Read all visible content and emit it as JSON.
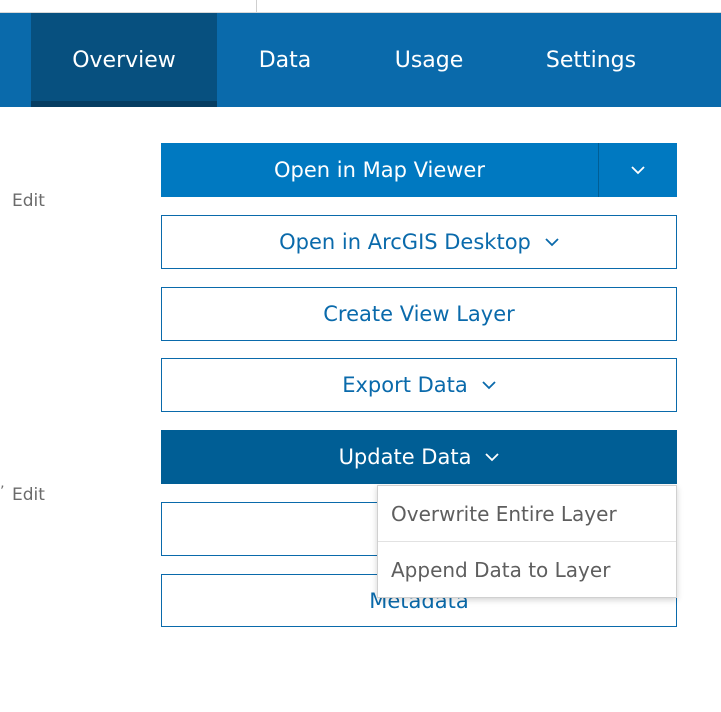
{
  "nav": {
    "tabs": [
      {
        "label": "Overview",
        "active": true
      },
      {
        "label": "Data",
        "active": false
      },
      {
        "label": "Usage",
        "active": false
      },
      {
        "label": "Settings",
        "active": false
      }
    ]
  },
  "left": {
    "edit_1": "Edit",
    "edit_2": "Edit"
  },
  "actions": {
    "open_map_viewer": "Open in Map Viewer",
    "open_arcgis_desktop": "Open in ArcGIS Desktop",
    "create_view_layer": "Create View Layer",
    "export_data": "Export Data",
    "update_data": "Update Data",
    "metadata": "Metadata"
  },
  "update_menu": {
    "items": [
      "Overwrite Entire Layer",
      "Append Data to Layer"
    ]
  },
  "colors": {
    "nav_bg": "#0a6aab",
    "nav_active": "#07507f",
    "primary": "#0079c1",
    "primary_dark": "#005e95"
  }
}
